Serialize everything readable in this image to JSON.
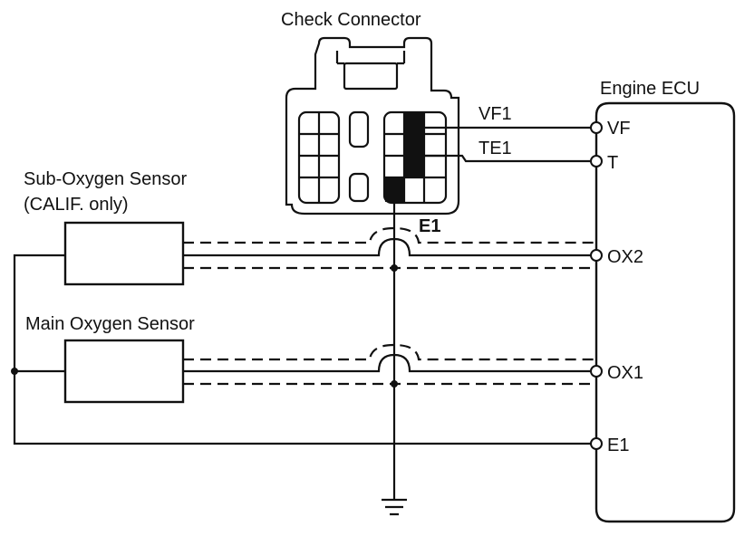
{
  "labels": {
    "check_connector": "Check Connector",
    "engine_ecu": "Engine ECU",
    "sub_sensor_line1": "Sub-Oxygen Sensor",
    "sub_sensor_line2": "(CALIF. only)",
    "main_sensor": "Main Oxygen Sensor",
    "vf1": "VF1",
    "te1": "TE1",
    "e1_connector": "E1"
  },
  "ecu_pins": {
    "vf": "VF",
    "t": "T",
    "ox2": "OX2",
    "ox1": "OX1",
    "e1": "E1"
  },
  "colors": {
    "line": "#111111",
    "background": "#ffffff"
  }
}
